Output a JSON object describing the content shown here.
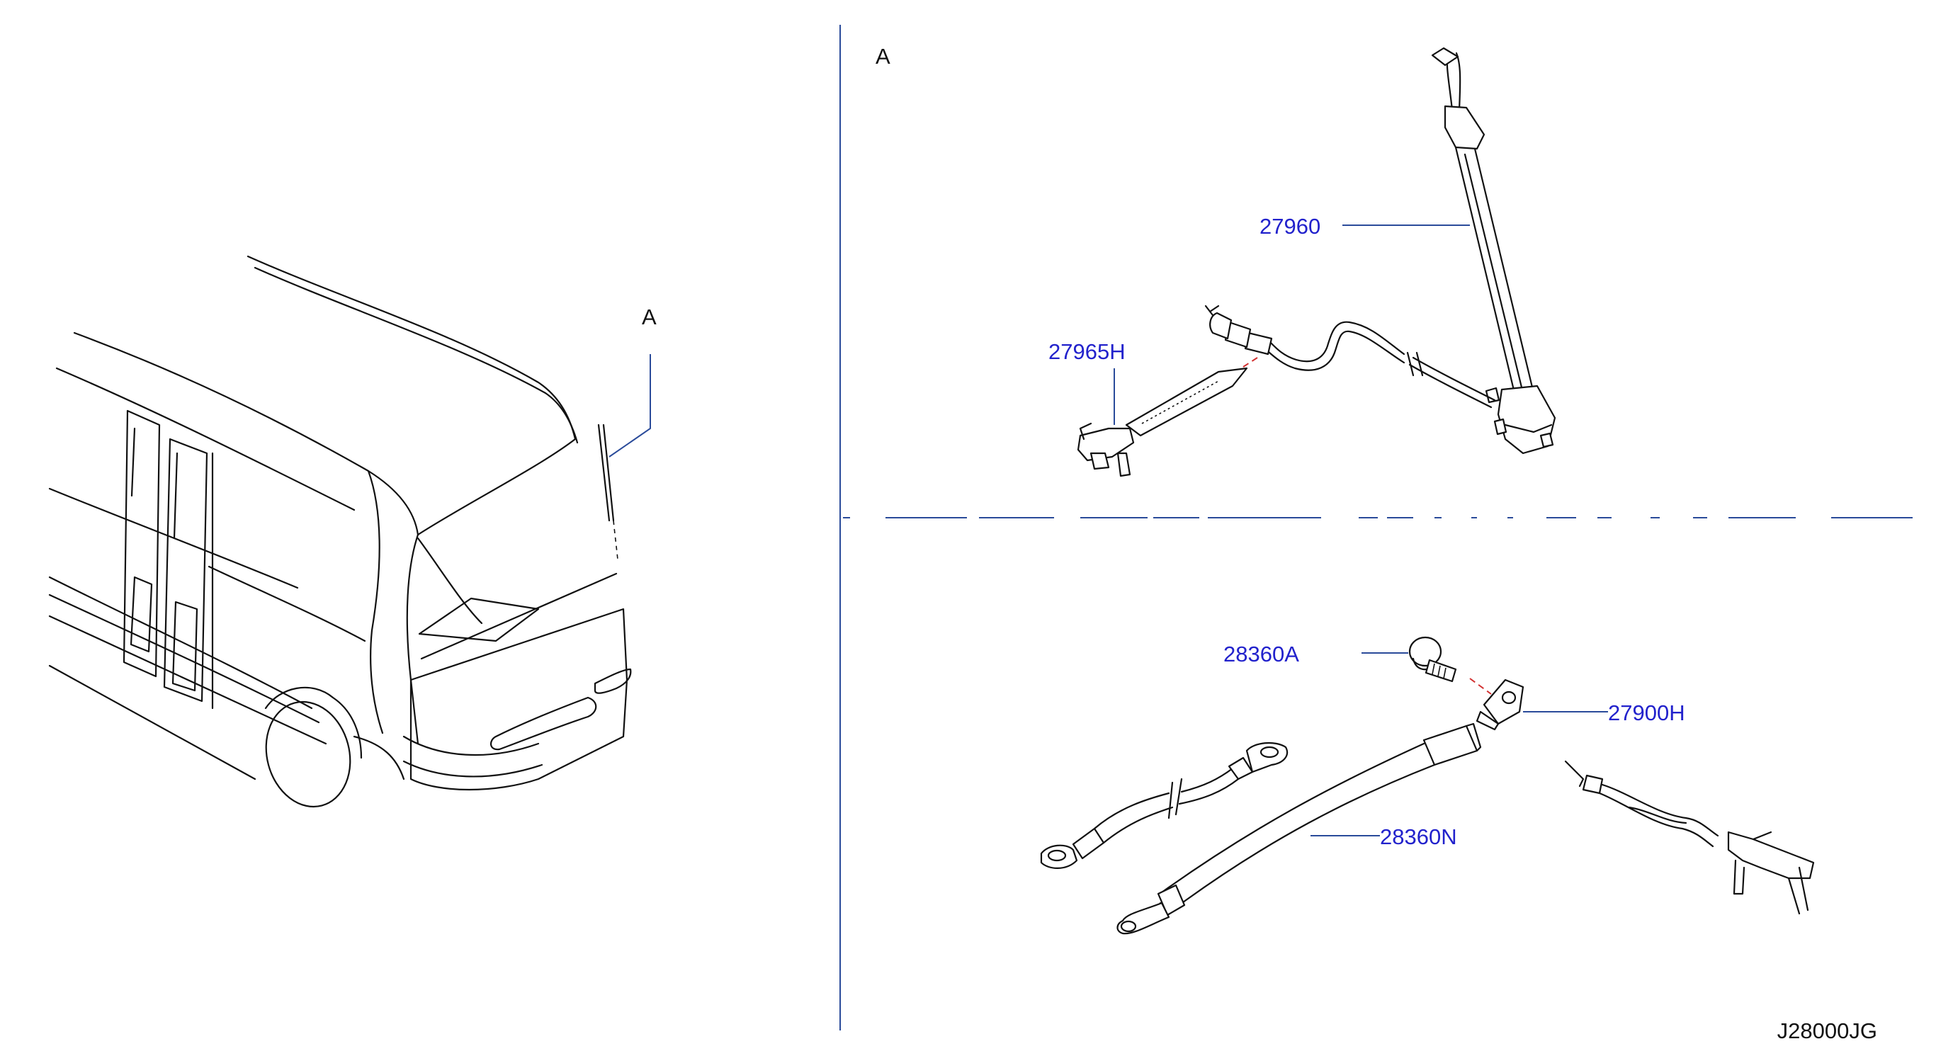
{
  "section_ref": "A",
  "parts": [
    {
      "id": "27960",
      "label": "27960"
    },
    {
      "id": "27965H",
      "label": "27965H"
    },
    {
      "id": "28360A",
      "label": "28360A"
    },
    {
      "id": "27900H",
      "label": "27900H"
    },
    {
      "id": "28360N",
      "label": "28360N"
    }
  ],
  "diagram_code": "J28000JG",
  "colors": {
    "part_label": "#2222cc",
    "leader_line": "#2a4b9a",
    "alignment_line": "#d23030",
    "line_art": "#111111"
  }
}
